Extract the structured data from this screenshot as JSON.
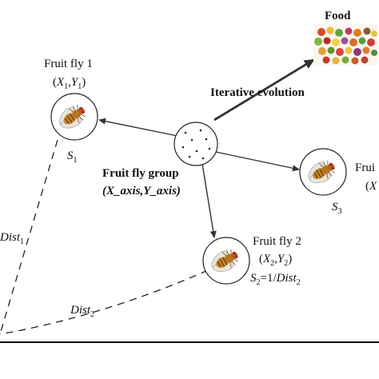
{
  "food": {
    "label": "Food"
  },
  "evolution": {
    "label": "Iterative evolution"
  },
  "group": {
    "title": "Fruit fly group",
    "coords": "(X_axis,Y_axis)"
  },
  "fly1": {
    "title": "Fruit fly 1",
    "coord_x": "X",
    "coord_x_sub": "1",
    "coord_y": "Y",
    "coord_y_sub": "1",
    "smell": "S",
    "smell_sub": "1",
    "dist": "Dist",
    "dist_sub": "1"
  },
  "fly2": {
    "title": "Fruit fly 2",
    "coord_x": "X",
    "coord_x_sub": "2",
    "coord_y": "Y",
    "coord_y_sub": "2",
    "smell": "S",
    "smell_sub": "2",
    "smell_formula": "=1/",
    "smell_dist": "Dist",
    "smell_dist_sub": "2",
    "dist": "Dist",
    "dist_sub": "2"
  },
  "fly3": {
    "title_partial": "Frui",
    "coord_partial": "(X",
    "smell": "S",
    "smell_sub": "3"
  },
  "colors": {
    "ink": "#111111",
    "arrow": "#333333",
    "fly_body": "#c8862a",
    "fly_eye": "#b3301e"
  }
}
